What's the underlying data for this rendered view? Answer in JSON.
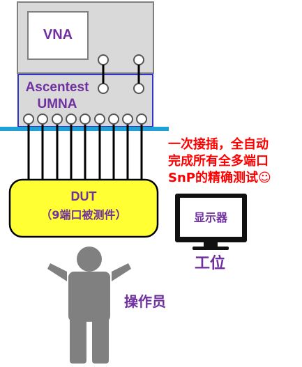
{
  "vna": {
    "label": "VNA"
  },
  "umna": {
    "label_line1": "Ascentest",
    "label_line2": "UMNA"
  },
  "dut": {
    "label_line1": "DUT",
    "label_line2": "（9端口被测件）"
  },
  "callout": {
    "line1": "一次接插，全自动",
    "line2": "完成所有全多端口",
    "line3": "SnP的精确测试☺"
  },
  "monitor": {
    "label": "显示器"
  },
  "workstation": {
    "label": "工位"
  },
  "operator": {
    "label": "操作员"
  },
  "colors": {
    "vna_fill": "#d9d9d9",
    "umna_border": "#3333cc",
    "umna_text": "#7030a0",
    "rail": "#1fa0d8",
    "dut_fill": "#ffff33",
    "callout_text": "#ff0000",
    "person": "#808080",
    "label_purple": "#7030a0"
  }
}
